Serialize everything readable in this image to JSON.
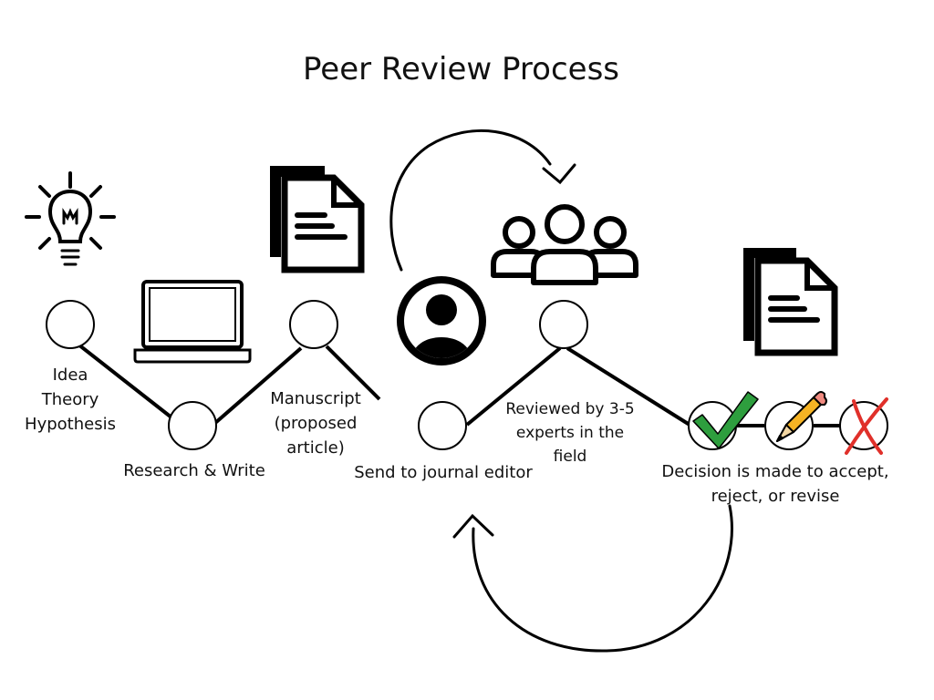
{
  "title": "Peer Review Process",
  "steps": {
    "idea": [
      "Idea",
      "Theory",
      "Hypothesis"
    ],
    "research": "Research & Write",
    "manuscript": [
      "Manuscript",
      "(proposed",
      "article)"
    ],
    "editor": "Send to journal editor",
    "review": [
      "Reviewed by 3-5",
      "experts in the",
      "field"
    ],
    "decision": [
      "Decision is made to accept,",
      "reject, or revise"
    ]
  },
  "icons": [
    "lightbulb-icon",
    "laptop-icon",
    "documents-icon",
    "person-icon",
    "group-icon",
    "check-icon",
    "pencil-icon",
    "x-icon"
  ],
  "colors": {
    "line": "#000000",
    "check": "#2e9e3e",
    "x": "#e0302a",
    "pencil": "#f5b324",
    "pencil_eraser": "#f08a80"
  }
}
